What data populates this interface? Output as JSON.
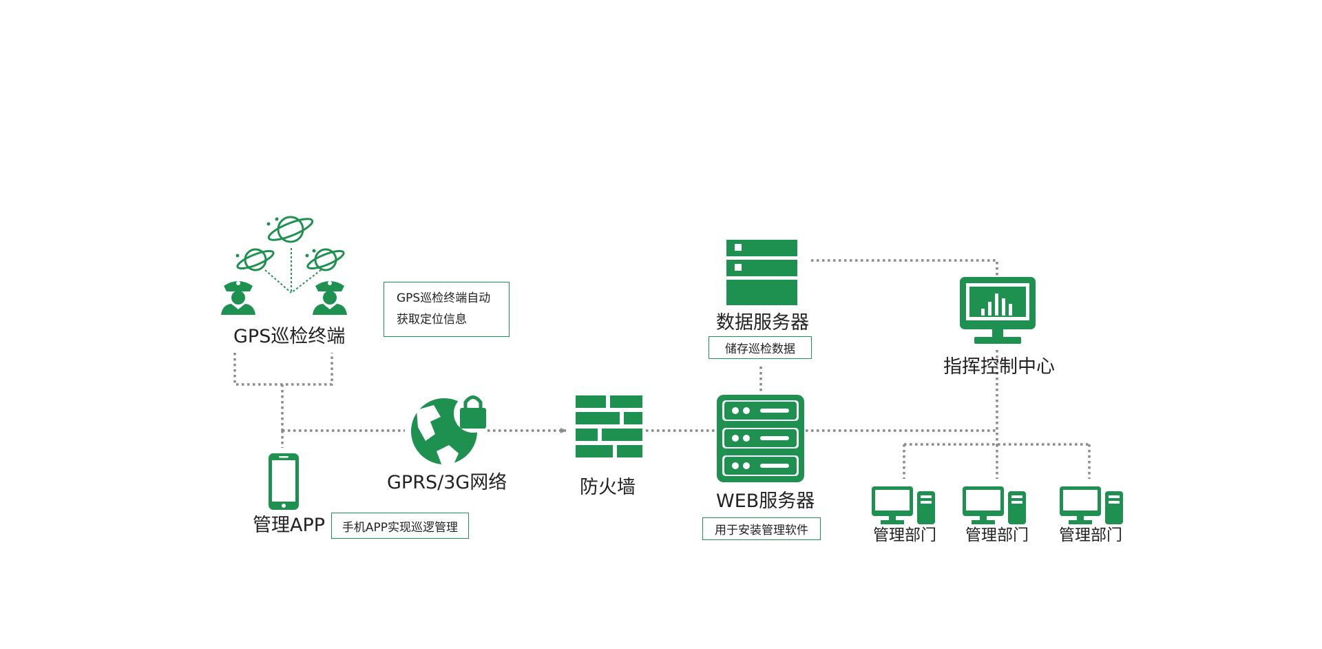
{
  "colors": {
    "accent": "#1e9150",
    "connector": "#8a8a8a",
    "text": "#222222"
  },
  "nodes": {
    "gps_terminal": {
      "label": "GPS巡检终端",
      "icon": "patrol-guards-satellite-icon"
    },
    "gps_note": {
      "line1": "GPS巡检终端自动",
      "line2": "获取定位信息"
    },
    "mgmt_app": {
      "label": "管理APP",
      "icon": "smartphone-icon"
    },
    "app_note": "手机APP实现巡逻管理",
    "network": {
      "label": "GPRS/3G网络",
      "icon": "secure-globe-icon"
    },
    "firewall": {
      "label": "防火墙",
      "icon": "brick-firewall-icon"
    },
    "data_server": {
      "label": "数据服务器",
      "icon": "database-server-icon"
    },
    "data_note": "储存巡检数据",
    "web_server": {
      "label": "WEB服务器",
      "icon": "web-server-rack-icon"
    },
    "web_note": "用于安装管理软件",
    "control_center": {
      "label": "指挥控制中心",
      "icon": "monitor-chart-icon"
    },
    "departments": [
      {
        "label": "管理部门",
        "icon": "desktop-computer-icon"
      },
      {
        "label": "管理部门",
        "icon": "desktop-computer-icon"
      },
      {
        "label": "管理部门",
        "icon": "desktop-computer-icon"
      }
    ]
  }
}
